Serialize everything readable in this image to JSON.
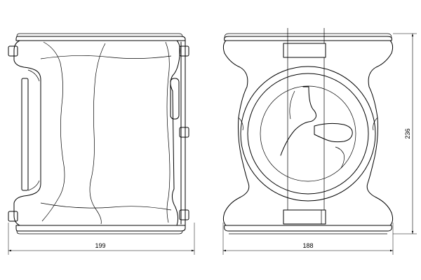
{
  "drawing": {
    "views": [
      {
        "name": "side-view"
      },
      {
        "name": "front-view"
      }
    ],
    "dimensions": {
      "side_width": "199",
      "front_width": "188",
      "front_height": "236"
    },
    "colors": {
      "line": "#000000",
      "background": "#ffffff"
    }
  }
}
